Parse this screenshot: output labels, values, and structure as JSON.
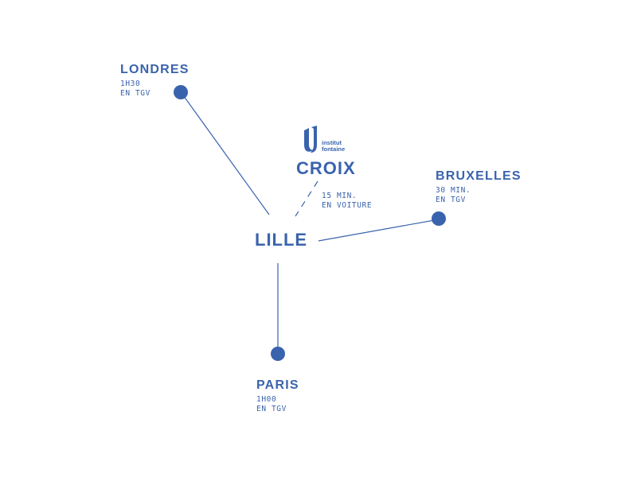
{
  "colors": {
    "accent": "#3a63ad"
  },
  "center": {
    "name": "LILLE"
  },
  "destinations": [
    {
      "id": "londres",
      "name": "LONDRES",
      "line1": "1H30",
      "line2": "EN TGV"
    },
    {
      "id": "bruxelles",
      "name": "BRUXELLES",
      "line1": "30 MIN.",
      "line2": "EN TGV"
    },
    {
      "id": "paris",
      "name": "PARIS",
      "line1": "1H00",
      "line2": "EN TGV"
    },
    {
      "id": "croix",
      "name": "CROIX",
      "line1": "15 MIN.",
      "line2": "EN VOITURE"
    }
  ],
  "logo": {
    "line1": "institut",
    "line2": "fontaine",
    "icon": "institut-fontaine-logo-icon"
  }
}
